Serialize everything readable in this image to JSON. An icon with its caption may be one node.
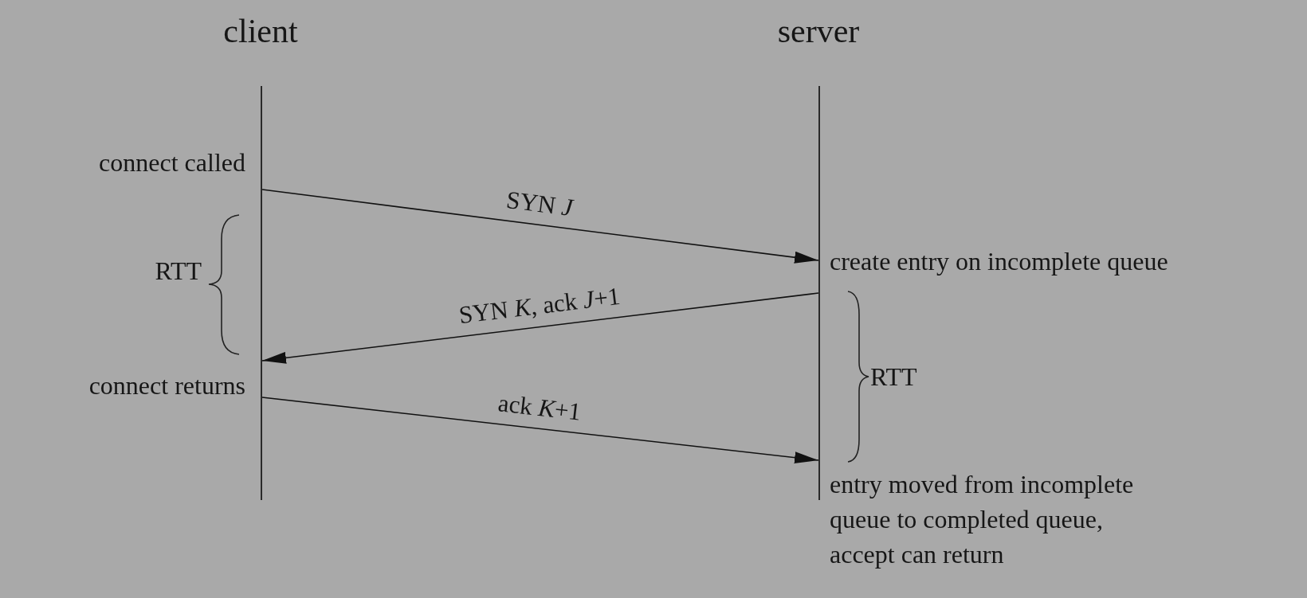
{
  "diagram": {
    "nodes": [
      {
        "text": [],
        "shape": "bar"
      },
      {
        "text": [],
        "shape": "bar"
      }
    ],
    "edges": [
      {
        "from": 0,
        "to": 1,
        "arrow": "to",
        "label": "SYN *J*"
      },
      {
        "from": 1,
        "to": 0,
        "arrow": "to",
        "label": "SYN *K*, ack *J*+1"
      },
      {
        "from": 0,
        "to": 1,
        "arrow": "to",
        "label": "ack *K*+1"
      }
    ],
    "labels": [
      "client",
      "server",
      "connect called",
      "RTT",
      "create entry on incomplete queue",
      "connect returns",
      "RTT",
      "entry moved from incomplete queue to completed queue, accept can return"
    ]
  }
}
